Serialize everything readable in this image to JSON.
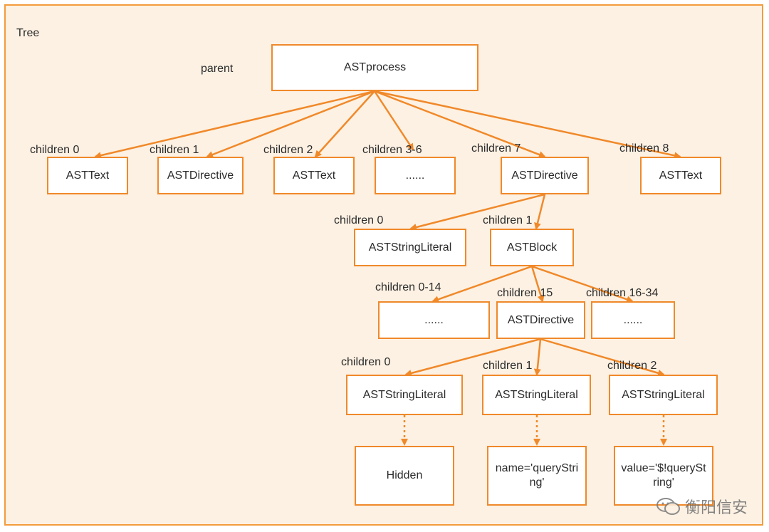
{
  "frame": {
    "title": "Tree"
  },
  "labels": {
    "parent": "parent",
    "l1_c0": "children 0",
    "l1_c1": "children 1",
    "l1_c2": "children 2",
    "l1_c36": "children 3-6",
    "l1_c7": "children 7",
    "l1_c8": "children 8",
    "l2_c0": "children 0",
    "l2_c1": "children 1",
    "l3_c014": "children 0-14",
    "l3_c15": "children 15",
    "l3_c1634": "children 16-34",
    "l4_c0": "children 0",
    "l4_c1": "children 1",
    "l4_c2": "children 2"
  },
  "nodes": {
    "root": "ASTprocess",
    "n0": "ASTText",
    "n1": "ASTDirective",
    "n2": "ASTText",
    "n36": "......",
    "n7": "ASTDirective",
    "n8": "ASTText",
    "sl1": "ASTStringLiteral",
    "block": "ASTBlock",
    "b014": "......",
    "d15": "ASTDirective",
    "b1634": "......",
    "s0": "ASTStringLiteral",
    "s1": "ASTStringLiteral",
    "s2": "ASTStringLiteral",
    "v0": "Hidden",
    "v1": "name='queryString'",
    "v2": "value='$!queryString'"
  },
  "watermark": {
    "text": "衡阳信安"
  },
  "colors": {
    "accent": "#f0892a",
    "frame_bg": "#fdf1e3",
    "frame_border": "#f39c3c"
  }
}
